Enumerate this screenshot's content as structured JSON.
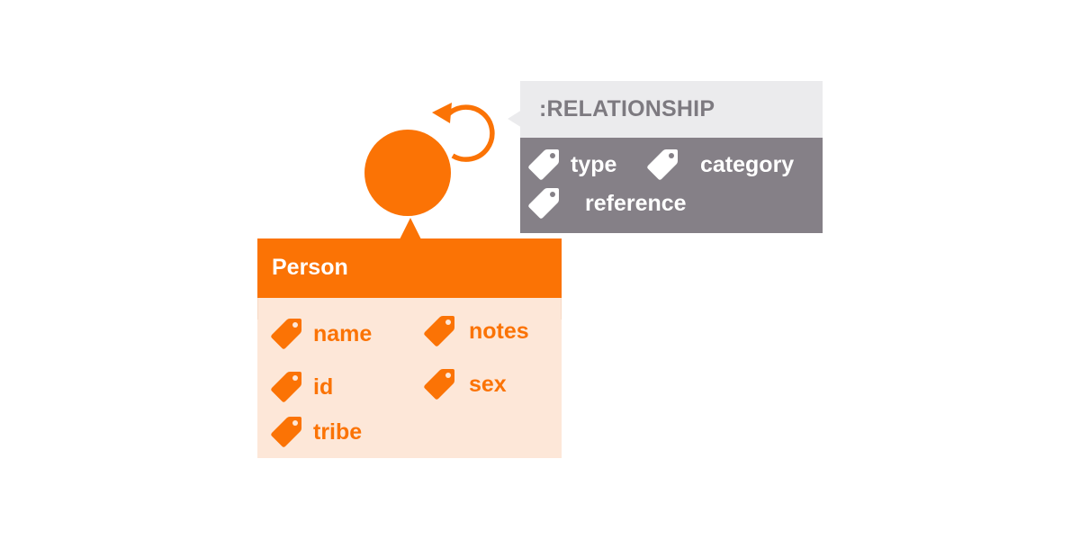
{
  "colors": {
    "orange": "#FB7305",
    "peach": "#FDE7D8",
    "rel_header_bg": "#EBEBED",
    "rel_header_text": "#7D7A80",
    "rel_body_bg": "#858087",
    "white": "#FFFFFF"
  },
  "node": {
    "shape": "circle",
    "self_loop_icon": "circular-arrow-icon"
  },
  "relationship": {
    "title": ":RELATIONSHIP",
    "properties": [
      {
        "label": "type",
        "icon": "tag-icon"
      },
      {
        "label": "category",
        "icon": "tag-icon"
      },
      {
        "label": "reference",
        "icon": "tag-icon"
      }
    ]
  },
  "entity": {
    "title": "Person",
    "properties": [
      {
        "label": "name",
        "icon": "tag-icon"
      },
      {
        "label": "notes",
        "icon": "tag-icon"
      },
      {
        "label": "id",
        "icon": "tag-icon"
      },
      {
        "label": "sex",
        "icon": "tag-icon"
      },
      {
        "label": "tribe",
        "icon": "tag-icon"
      }
    ]
  }
}
